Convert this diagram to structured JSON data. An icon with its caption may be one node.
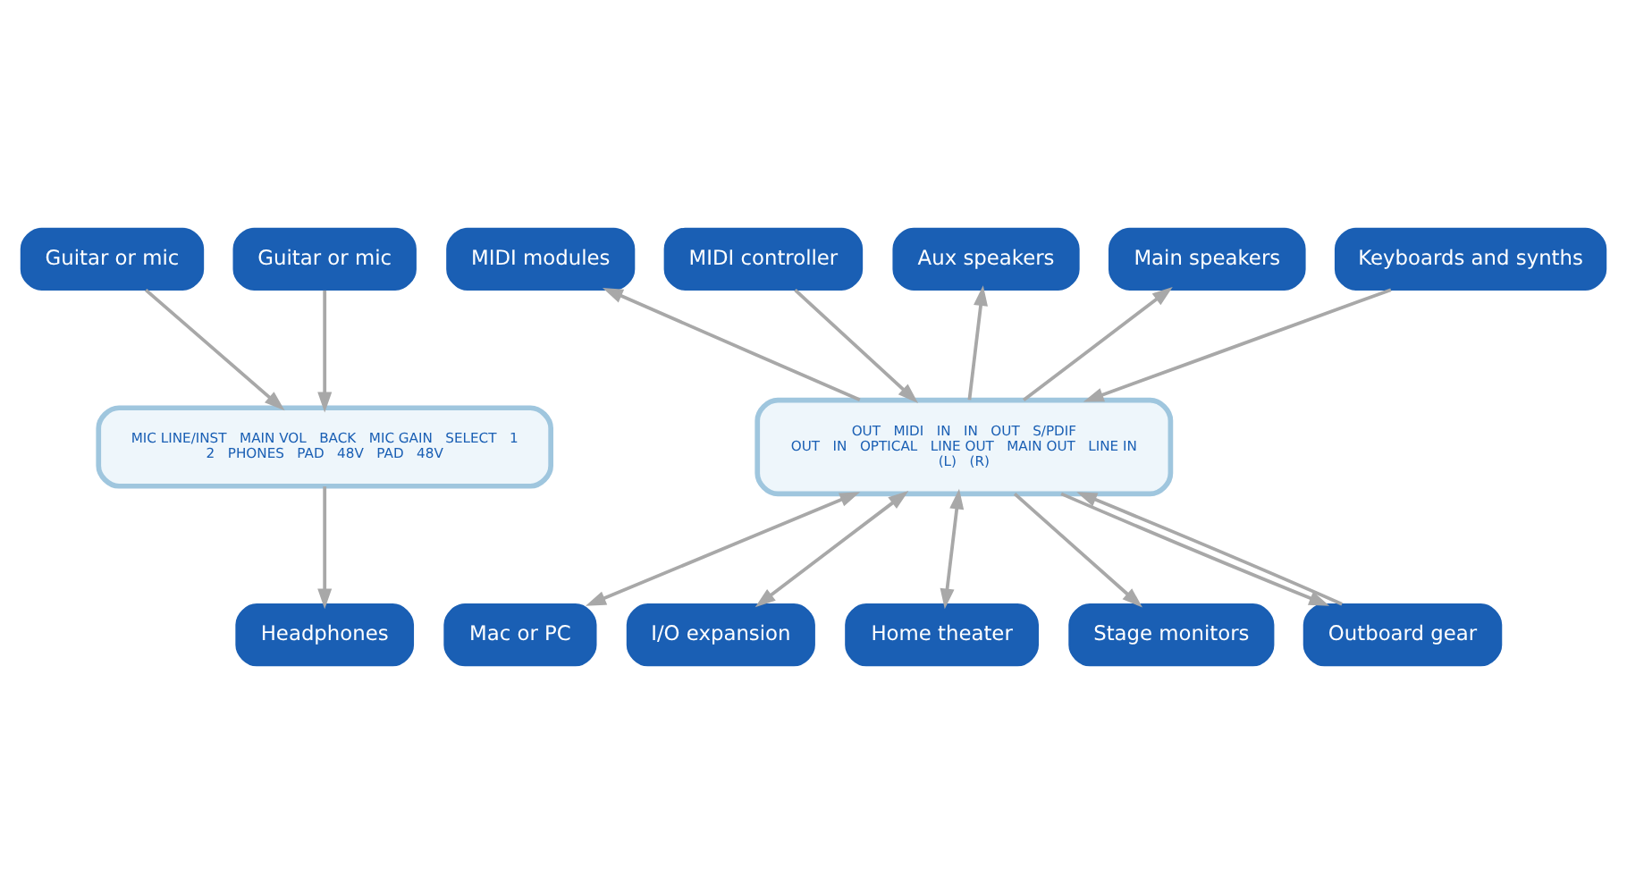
{
  "diagram": {
    "nodes": [
      {
        "text": [
          "Guitar or mic"
        ]
      },
      {
        "text": [
          "Guitar or mic"
        ]
      },
      {
        "text": [
          "MIDI modules"
        ]
      },
      {
        "text": [
          "MIDI controller"
        ]
      },
      {
        "text": [
          "Aux speakers"
        ]
      },
      {
        "text": [
          "Main speakers"
        ]
      },
      {
        "text": [
          "Keyboards and synths"
        ]
      },
      {
        "text": [
          "MIC LINE/INST",
          "MAIN VOL",
          "BACK",
          "MIC GAIN",
          "SELECT",
          "1",
          "2",
          "PHONES",
          "PAD",
          "48V",
          "PAD",
          "48V"
        ]
      },
      {
        "text": [
          "OUT",
          "MIDI",
          "IN",
          "IN",
          "OUT",
          "S/PDIF",
          "OUT",
          "IN",
          "OPTICAL",
          "LINE OUT",
          "MAIN OUT",
          "LINE IN",
          "(L)",
          "(R)"
        ]
      },
      {
        "text": [
          "Headphones"
        ]
      },
      {
        "text": [
          "Mac or PC"
        ]
      },
      {
        "text": [
          "I/O expansion"
        ]
      },
      {
        "text": [
          "Home theater"
        ]
      },
      {
        "text": [
          "Stage monitors"
        ]
      },
      {
        "text": [
          "Outboard gear"
        ]
      }
    ],
    "edges": [
      {
        "from": 0,
        "to": 7,
        "arrow": "to"
      },
      {
        "from": 1,
        "to": 7,
        "arrow": "to"
      },
      {
        "from": 8,
        "to": 2,
        "arrow": "to"
      },
      {
        "from": 3,
        "to": 8,
        "arrow": "to"
      },
      {
        "from": 8,
        "to": 4,
        "arrow": "to"
      },
      {
        "from": 8,
        "to": 5,
        "arrow": "to"
      },
      {
        "from": 6,
        "to": 8,
        "arrow": "to"
      },
      {
        "from": 7,
        "to": 9,
        "arrow": "to"
      },
      {
        "from": 8,
        "to": 10,
        "arrow": "both"
      },
      {
        "from": 8,
        "to": 11,
        "arrow": "both"
      },
      {
        "from": 8,
        "to": 12,
        "arrow": "both"
      },
      {
        "from": 8,
        "to": 13,
        "arrow": "to"
      },
      {
        "from": 8,
        "to": 14,
        "arrow": "to"
      },
      {
        "from": 14,
        "to": 8,
        "arrow": "to"
      }
    ]
  }
}
